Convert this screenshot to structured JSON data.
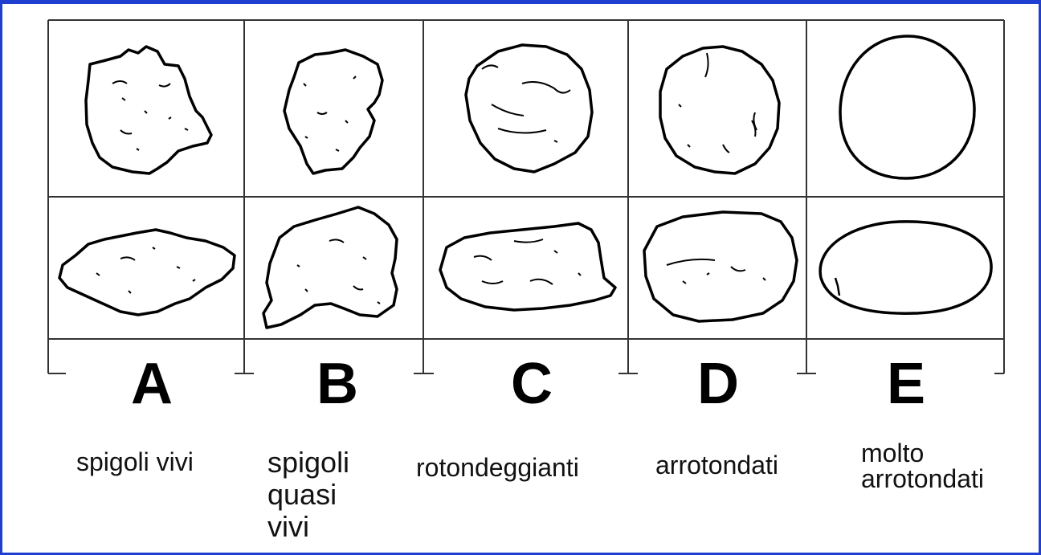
{
  "columns": [
    {
      "letter": "A",
      "label_lines": [
        "spigoli vivi"
      ]
    },
    {
      "letter": "B",
      "label_lines": [
        "spigoli",
        "quasi",
        "vivi"
      ]
    },
    {
      "letter": "C",
      "label_lines": [
        "rotondeggianti"
      ]
    },
    {
      "letter": "D",
      "label_lines": [
        "arrotondati"
      ]
    },
    {
      "letter": "E",
      "label_lines": [
        "molto",
        "arrotondati"
      ]
    }
  ],
  "colors": {
    "frame_border": "#1f3fd0",
    "ink": "#000000"
  },
  "shape_rows": [
    "top-view",
    "side-view"
  ]
}
